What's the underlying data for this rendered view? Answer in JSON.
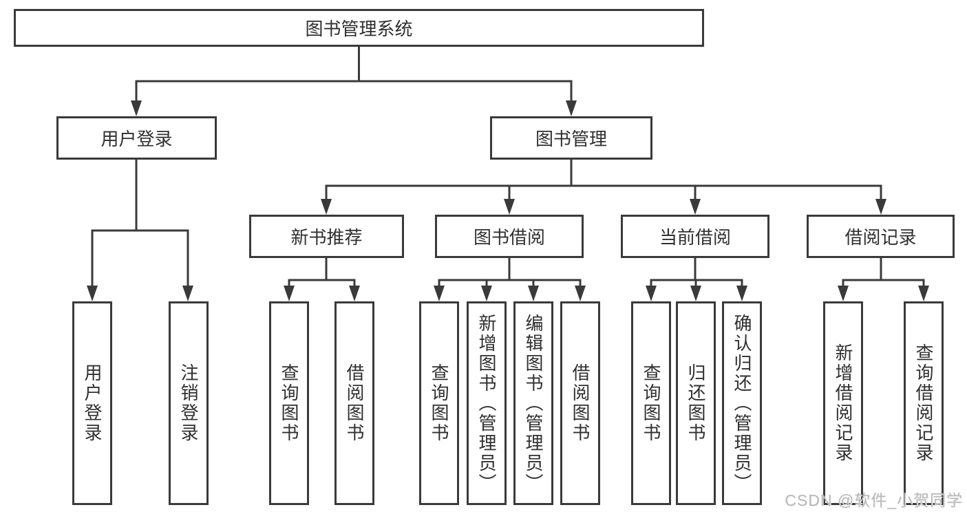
{
  "tree": {
    "label": "图书管理系统",
    "children": [
      {
        "label": "用户登录",
        "children": [
          {
            "label": "用户登录"
          },
          {
            "label": "注销登录"
          }
        ]
      },
      {
        "label": "图书管理",
        "children": [
          {
            "label": "新书推荐",
            "children": [
              {
                "label": "查询图书"
              },
              {
                "label": "借阅图书"
              }
            ]
          },
          {
            "label": "图书借阅",
            "children": [
              {
                "label": "查询图书"
              },
              {
                "label": "新增图书（管理员）"
              },
              {
                "label": "编辑图书（管理员）"
              },
              {
                "label": "借阅图书"
              }
            ]
          },
          {
            "label": "当前借阅",
            "children": [
              {
                "label": "查询图书"
              },
              {
                "label": "归还图书"
              },
              {
                "label": "确认归还（管理员）"
              }
            ]
          },
          {
            "label": "借阅记录",
            "children": [
              {
                "label": "新增借阅记录"
              },
              {
                "label": "查询借阅记录"
              }
            ]
          }
        ]
      }
    ]
  },
  "watermark": "CSDN @软件_小贺同学",
  "colors": {
    "line": "#3a3a3a",
    "text": "#2f2f2f",
    "watermark": "#b9b9b9",
    "background": "#ffffff"
  }
}
